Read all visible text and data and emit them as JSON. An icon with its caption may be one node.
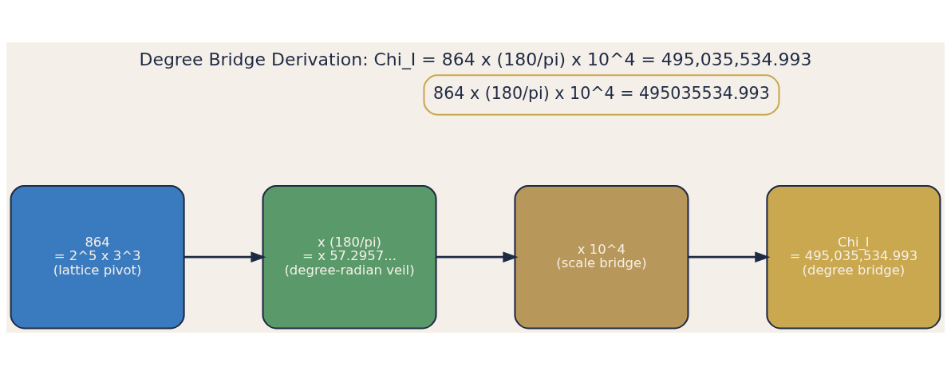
{
  "diagram": {
    "title": "Degree Bridge Derivation: Chi_I = 864 x (180/pi) x 10^4 = 495,035,534.993",
    "nodes": [
      {
        "text": [
          "864 x (180/pi) x 10^4 = 495035534.993"
        ]
      },
      {
        "text": [
          "864",
          "= 2^5 x 3^3",
          "(lattice pivot)"
        ]
      },
      {
        "text": [
          "x (180/pi)",
          "= x 57.2957...",
          "(degree-radian veil)"
        ]
      },
      {
        "text": [
          "x 10^4",
          "(scale bridge)"
        ]
      },
      {
        "text": [
          "Chi_I",
          "= 495,035,534.993",
          "(degree bridge)"
        ]
      }
    ],
    "edges": [
      {
        "from": 1,
        "to": 2,
        "arrow": "to"
      },
      {
        "from": 2,
        "to": 3,
        "arrow": "to"
      },
      {
        "from": 3,
        "to": 4,
        "arrow": "to"
      }
    ]
  }
}
